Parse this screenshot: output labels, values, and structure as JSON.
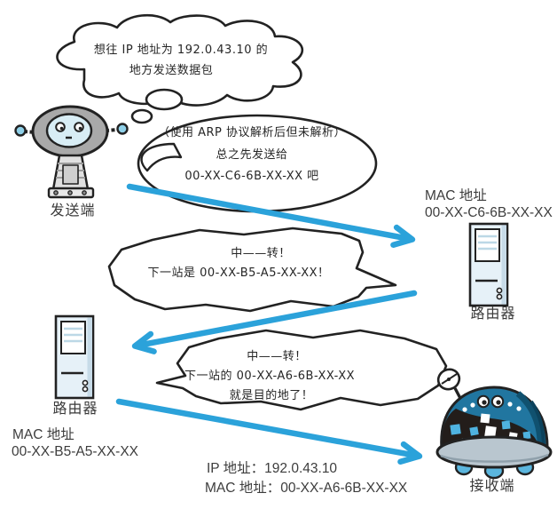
{
  "palette": {
    "arrow_blue": "#2ba2da",
    "ink": "#222222",
    "device_fill": "#e6f1f8",
    "dome_teal": "#2176a0",
    "square_blue": "#4fb3e0"
  },
  "thought_bubble": {
    "line1": "想往 IP 地址为 192.0.43.10 的",
    "line2": "地方发送数据包"
  },
  "sender": {
    "label": "发送端",
    "speech": {
      "line1": "（使用 ARP 协议解析后但未解析）",
      "line2": "总之先发送给",
      "line3": "00-XX-C6-6B-XX-XX 吧"
    }
  },
  "router_right": {
    "mac_title": "MAC 地址",
    "mac": "00-XX-C6-6B-XX-XX",
    "label": "路由器",
    "speech": {
      "line1": "中——转！",
      "line2": "下一站是 00-XX-B5-A5-XX-XX！"
    }
  },
  "router_left": {
    "label": "路由器",
    "mac_title": "MAC 地址",
    "mac": "00-XX-B5-A5-XX-XX",
    "speech": {
      "line1": "中——转！",
      "line2": "下一站的 00-XX-A6-6B-XX-XX",
      "line3": "就是目的地了！"
    }
  },
  "receiver": {
    "label": "接收端",
    "ip_line": "IP 地址：192.0.43.10",
    "mac_line": "MAC 地址：00-XX-A6-6B-XX-XX"
  }
}
